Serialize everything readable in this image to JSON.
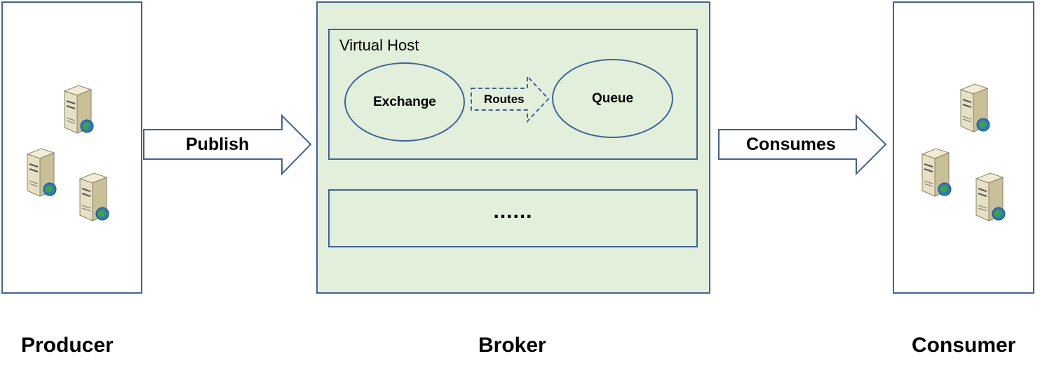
{
  "producer": {
    "label": "Producer"
  },
  "broker": {
    "label": "Broker",
    "virtual_host": {
      "title": "Virtual Host",
      "exchange": "Exchange",
      "routes": "Routes",
      "queue": "Queue"
    },
    "more": "......"
  },
  "consumer": {
    "label": "Consumer"
  },
  "arrows": {
    "publish": "Publish",
    "consumes": "Consumes"
  },
  "colors": {
    "border": "#41629a",
    "broker_fill": "#e2efda"
  },
  "icons": [
    "server-icon"
  ]
}
